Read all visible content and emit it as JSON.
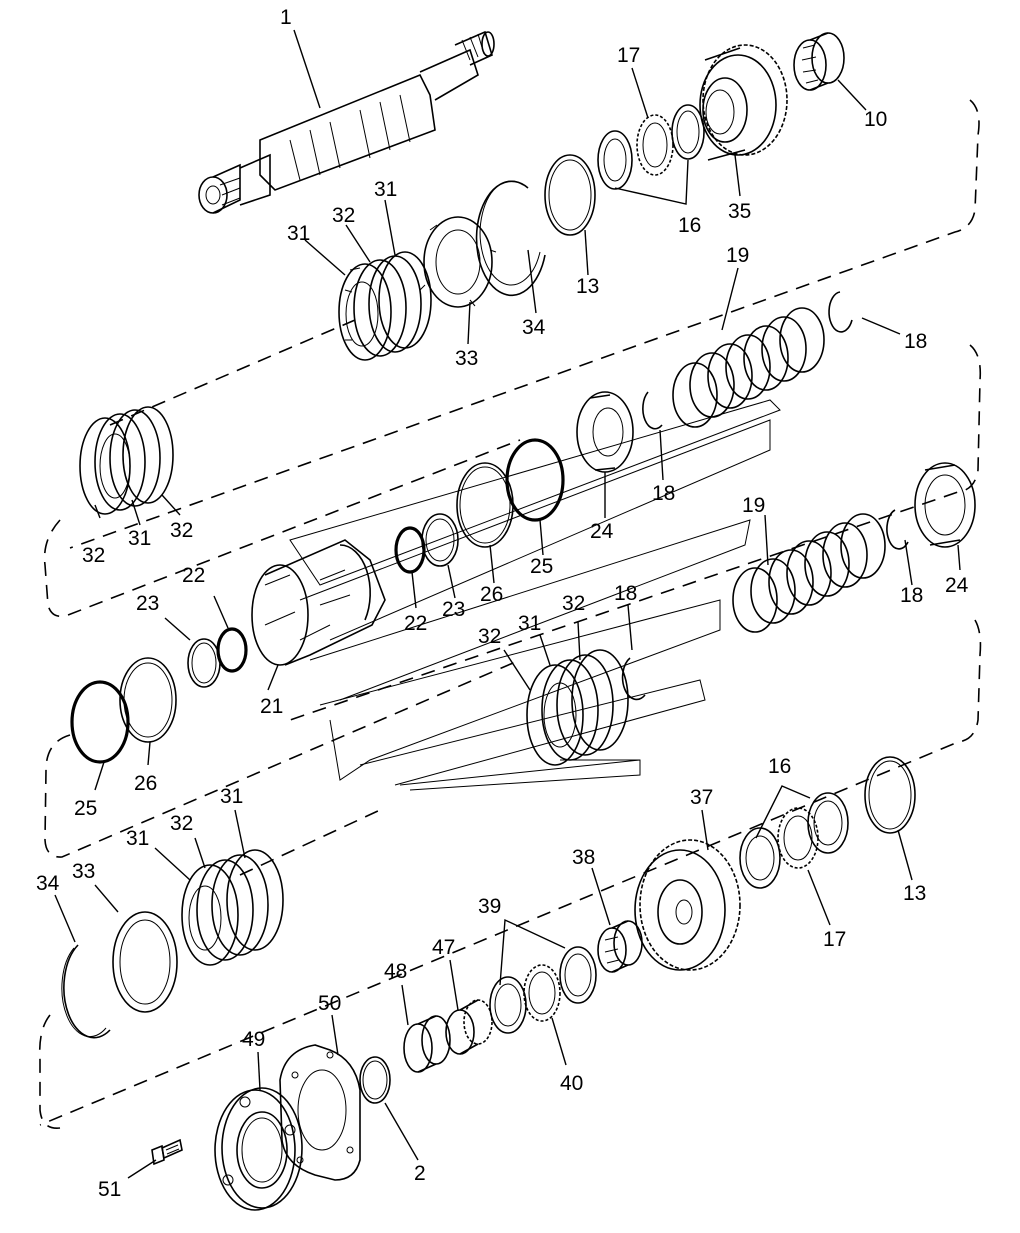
{
  "labels": [
    {
      "id": "l1",
      "text": "1"
    },
    {
      "id": "l10",
      "text": "10"
    },
    {
      "id": "l17a",
      "text": "17"
    },
    {
      "id": "l16a",
      "text": "16"
    },
    {
      "id": "l35",
      "text": "35"
    },
    {
      "id": "l13a",
      "text": "13"
    },
    {
      "id": "l34a",
      "text": "34"
    },
    {
      "id": "l33a",
      "text": "33"
    },
    {
      "id": "l31a",
      "text": "31"
    },
    {
      "id": "l32a",
      "text": "32"
    },
    {
      "id": "l31b",
      "text": "31"
    },
    {
      "id": "l19a",
      "text": "19"
    },
    {
      "id": "l18a",
      "text": "18"
    },
    {
      "id": "l18b",
      "text": "18"
    },
    {
      "id": "l24a",
      "text": "24"
    },
    {
      "id": "l25a",
      "text": "25"
    },
    {
      "id": "l26a",
      "text": "26"
    },
    {
      "id": "l23a",
      "text": "23"
    },
    {
      "id": "l22a",
      "text": "22"
    },
    {
      "id": "l32b",
      "text": "32"
    },
    {
      "id": "l31c",
      "text": "31"
    },
    {
      "id": "l32c",
      "text": "32"
    },
    {
      "id": "l19b",
      "text": "19"
    },
    {
      "id": "l18c",
      "text": "18"
    },
    {
      "id": "l24b",
      "text": "24"
    },
    {
      "id": "l22b",
      "text": "22"
    },
    {
      "id": "l23b",
      "text": "23"
    },
    {
      "id": "l21",
      "text": "21"
    },
    {
      "id": "l32d",
      "text": "32"
    },
    {
      "id": "l31d",
      "text": "31"
    },
    {
      "id": "l32e",
      "text": "32"
    },
    {
      "id": "l18d",
      "text": "18"
    },
    {
      "id": "l25b",
      "text": "25"
    },
    {
      "id": "l26b",
      "text": "26"
    },
    {
      "id": "l16b",
      "text": "16"
    },
    {
      "id": "l37",
      "text": "37"
    },
    {
      "id": "l13b",
      "text": "13"
    },
    {
      "id": "l17b",
      "text": "17"
    },
    {
      "id": "l31e",
      "text": "31"
    },
    {
      "id": "l32f",
      "text": "32"
    },
    {
      "id": "l31f",
      "text": "31"
    },
    {
      "id": "l34b",
      "text": "34"
    },
    {
      "id": "l33b",
      "text": "33"
    },
    {
      "id": "l38",
      "text": "38"
    },
    {
      "id": "l39",
      "text": "39"
    },
    {
      "id": "l47",
      "text": "47"
    },
    {
      "id": "l48",
      "text": "48"
    },
    {
      "id": "l40",
      "text": "40"
    },
    {
      "id": "l50",
      "text": "50"
    },
    {
      "id": "l49",
      "text": "49"
    },
    {
      "id": "l2",
      "text": "2"
    },
    {
      "id": "l51",
      "text": "51"
    }
  ]
}
